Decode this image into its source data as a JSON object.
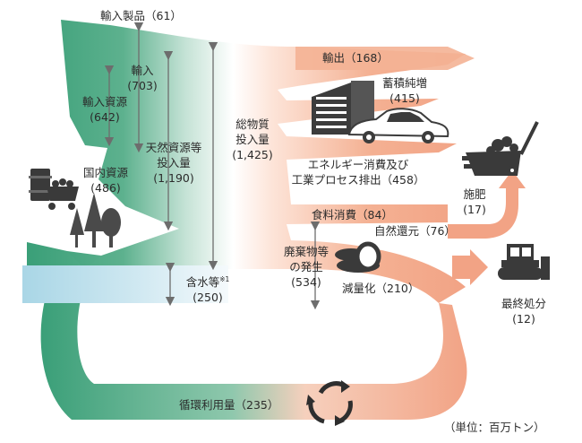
{
  "labels": {
    "imported_products": "輸入製品（61）",
    "import_line1": "輸入",
    "import_line2": "(703)",
    "imported_resources_line1": "輸入資源",
    "imported_resources_line2": "(642)",
    "natural_resources_line1": "天然資源等",
    "natural_resources_line2": "投入量",
    "natural_resources_line3": "(1,190)",
    "domestic_resources_line1": "国内資源",
    "domestic_resources_line2": "(486)",
    "total_input_line1": "総物質",
    "total_input_line2": "投入量",
    "total_input_line3": "(1,425)",
    "water_content": "含水等",
    "water_content_note": "※1",
    "water_content_value": "(250)",
    "export": "輸出（168）",
    "stock_line1": "蓄積純増",
    "stock_line2": "(415)",
    "energy_line1": "エネルギー消費及び",
    "energy_line2": "工業プロセス排出（458）",
    "food": "食料消費（84）",
    "natural_return": "自然還元（76）",
    "fertilizer_line1": "施肥",
    "fertilizer_line2": "(17)",
    "waste_line1": "廃棄物等",
    "waste_line2": "の発生",
    "waste_line3": "(534)",
    "reduction": "減量化（210）",
    "final_disposal_line1": "最終処分",
    "final_disposal_line2": "(12)",
    "recycling": "循環利用量（235）",
    "unit": "（単位：百万トン）"
  },
  "colors": {
    "green": "#3a9f78",
    "salmon": "#f2a888",
    "water": "#a9d6e6",
    "gray": "#6d6d6d",
    "text": "#2b2b2b"
  },
  "icons": [
    "coal-barrel-icon",
    "forest-icon",
    "building-icon",
    "car-icon",
    "wheelbarrow-icon",
    "tires-icon",
    "bulldozer-icon",
    "recycle-icon"
  ]
}
